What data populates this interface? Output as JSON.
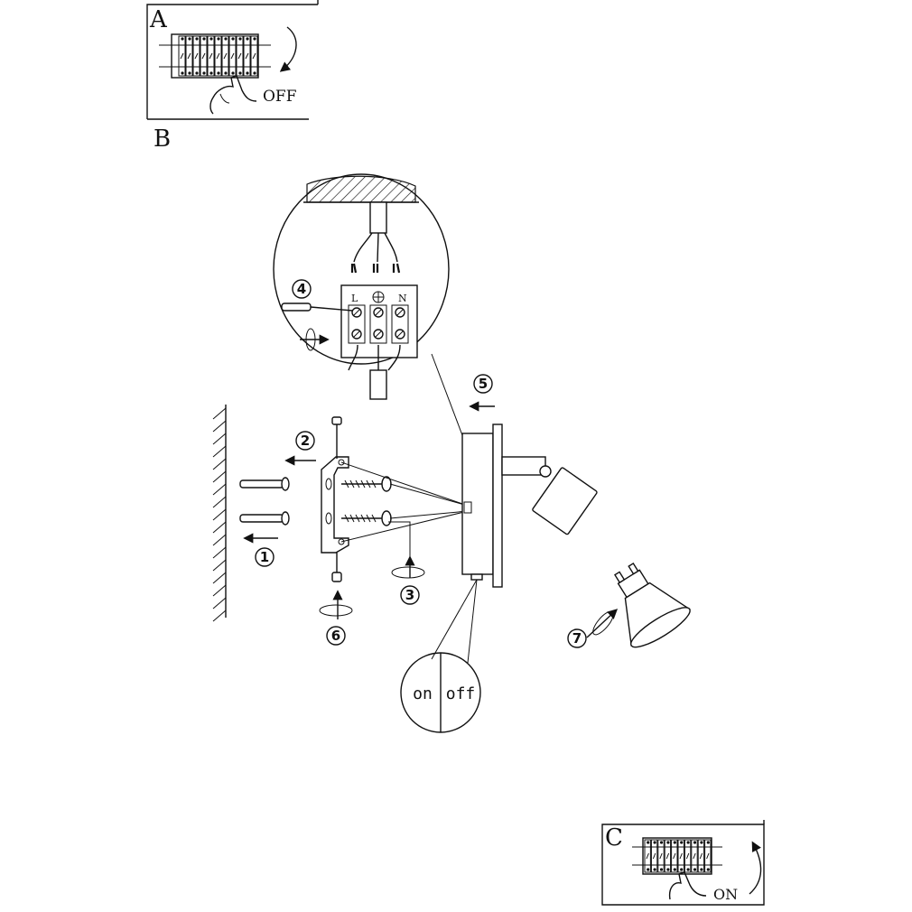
{
  "panels": {
    "a": {
      "letter": "A",
      "switch_label": "OFF"
    },
    "b": {
      "letter": "B"
    },
    "c": {
      "letter": "C",
      "switch_label": "ON"
    }
  },
  "terminal_block": {
    "live_label": "L",
    "neutral_label": "N",
    "earth_icon": "earth-ground-icon"
  },
  "steps": [
    "1",
    "2",
    "3",
    "4",
    "5",
    "6",
    "7"
  ],
  "rocker_switch": {
    "on_label": "on",
    "off_label": "off"
  },
  "icons": {
    "hand": "hand-pointer-icon",
    "rotate": "rotate-arrow-icon",
    "screwdriver": "screwdriver-icon",
    "bulb": "gu10-bulb-icon"
  }
}
